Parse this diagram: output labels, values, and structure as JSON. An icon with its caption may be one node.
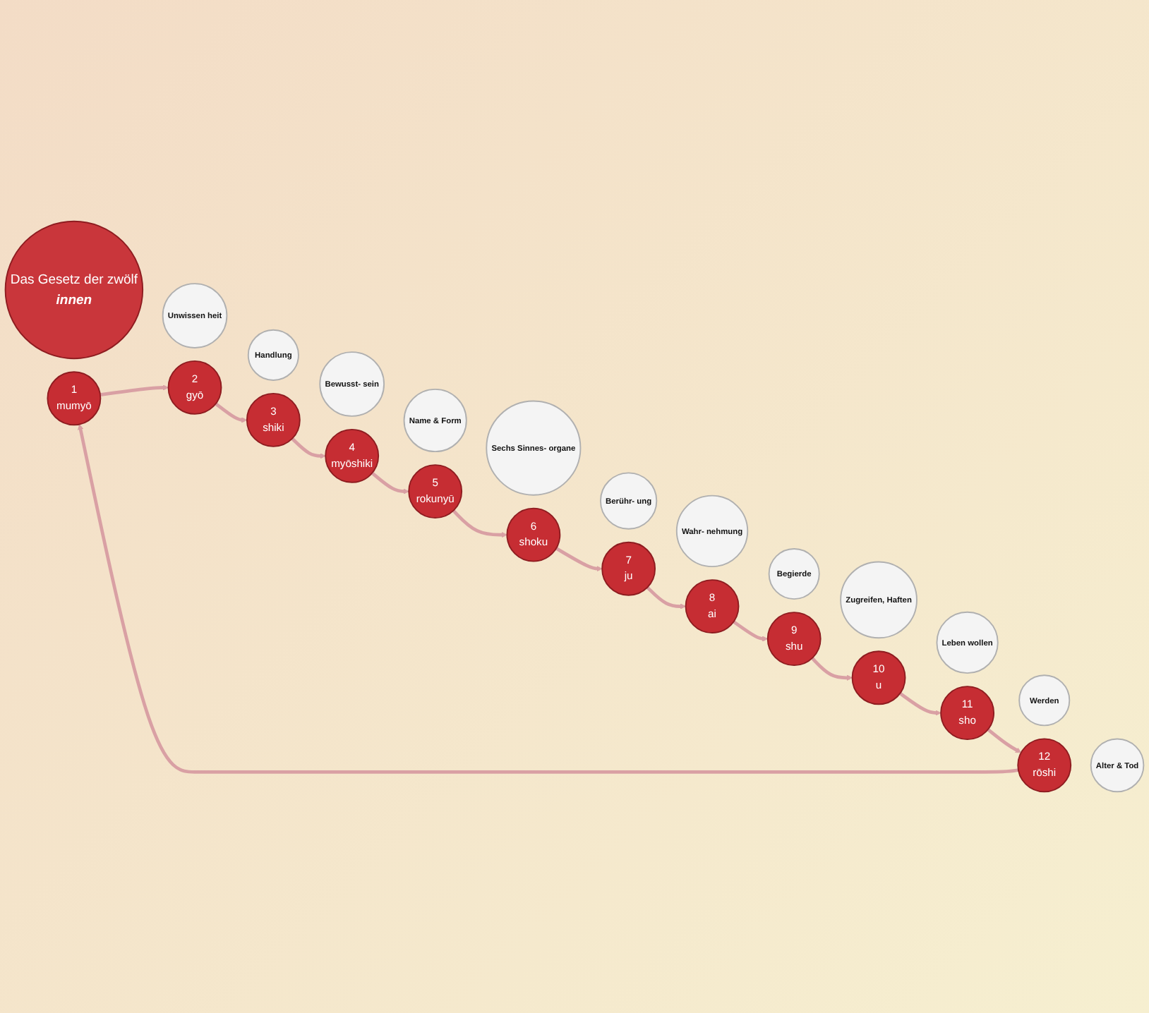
{
  "diagram": {
    "nodes": [
      {
        "text": [
          "Das Gesetz der zwölf",
          "innen"
        ]
      },
      {
        "text": [
          "1",
          "mumyō"
        ]
      },
      {
        "text": [
          "Unwissen heit"
        ]
      },
      {
        "text": [
          "2",
          "gyō"
        ]
      },
      {
        "text": [
          "Handlung"
        ]
      },
      {
        "text": [
          "3",
          "shiki"
        ]
      },
      {
        "text": [
          "Bewusst- sein"
        ]
      },
      {
        "text": [
          "4",
          "myōshiki"
        ]
      },
      {
        "text": [
          "Name & Form"
        ]
      },
      {
        "text": [
          "5",
          "rokunyū"
        ]
      },
      {
        "text": [
          "Sechs Sinnes- organe"
        ]
      },
      {
        "text": [
          "6",
          "shoku"
        ]
      },
      {
        "text": [
          "Berühr- ung"
        ]
      },
      {
        "text": [
          "7",
          "ju"
        ]
      },
      {
        "text": [
          "Wahr- nehmung"
        ]
      },
      {
        "text": [
          "8",
          "ai"
        ]
      },
      {
        "text": [
          "Begierde"
        ]
      },
      {
        "text": [
          "9",
          "shu"
        ]
      },
      {
        "text": [
          "Zugreifen, Haften"
        ]
      },
      {
        "text": [
          "10",
          "u"
        ]
      },
      {
        "text": [
          "Leben wollen"
        ]
      },
      {
        "text": [
          "11",
          "sho"
        ]
      },
      {
        "text": [
          "Werden"
        ]
      },
      {
        "text": [
          "12",
          "rōshi"
        ]
      },
      {
        "text": [
          "Alter & Tod"
        ]
      }
    ],
    "edges": [
      {
        "from": 1,
        "to": 3,
        "arrow": "to"
      },
      {
        "from": 3,
        "to": 5,
        "arrow": "to"
      },
      {
        "from": 5,
        "to": 7,
        "arrow": "to"
      },
      {
        "from": 7,
        "to": 9,
        "arrow": "to"
      },
      {
        "from": 9,
        "to": 11,
        "arrow": "to"
      },
      {
        "from": 11,
        "to": 13,
        "arrow": "to"
      },
      {
        "from": 13,
        "to": 15,
        "arrow": "to"
      },
      {
        "from": 15,
        "to": 17,
        "arrow": "to"
      },
      {
        "from": 17,
        "to": 19,
        "arrow": "to"
      },
      {
        "from": 19,
        "to": 21,
        "arrow": "to"
      },
      {
        "from": 21,
        "to": 23,
        "arrow": "to"
      },
      {
        "from": 23,
        "to": 1,
        "arrow": "to"
      }
    ]
  }
}
